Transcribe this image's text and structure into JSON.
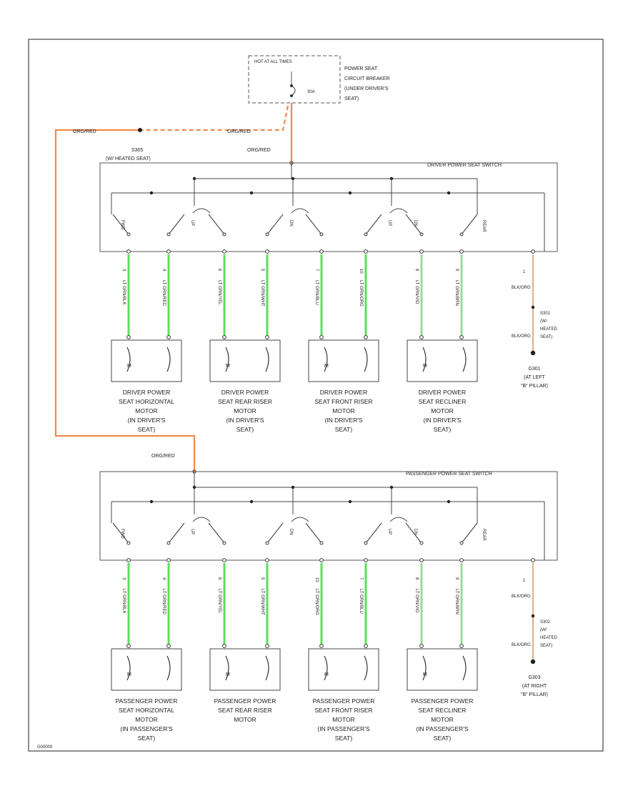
{
  "breaker": {
    "top_label": "HOT AT ALL TIMES",
    "rating": "30A",
    "label_lines": [
      "POWER SEAT",
      "CIRCUIT BREAKER",
      "(UNDER DRIVER'S",
      "SEAT)"
    ]
  },
  "splice": {
    "name": "S305",
    "note": "(W/ HEATED SEAT)"
  },
  "feed_wire": "ORG/RED",
  "driver_switch": {
    "title": "DRIVER POWER SEAT SWITCH",
    "feed_wire": "ORG/RED",
    "contact_labels": [
      "FWD",
      "UP",
      "DN",
      "UP",
      "DN",
      "REAR"
    ],
    "wires": [
      {
        "pin": "3",
        "color": "LT GRN/BLK"
      },
      {
        "pin": "4",
        "color": "LT GRN/RED"
      },
      {
        "pin": "6",
        "color": "LT GRN/YEL"
      },
      {
        "pin": "5",
        "color": "LT GRN/WHT"
      },
      {
        "pin": "7",
        "color": "LT GRN/BLU"
      },
      {
        "pin": "10",
        "color": "LT GRN/ORG"
      },
      {
        "pin": "8",
        "color": "LT GRN/VIO"
      },
      {
        "pin": "9",
        "color": "LT GRN/BRN"
      }
    ],
    "ground_pin": "1",
    "ground_wire_top": "BLK/ORG",
    "ground_wire_bottom": "BLK/ORG",
    "ground_splice": [
      "S301",
      "(W/",
      "HEATED",
      "SEAT)"
    ],
    "ground_point": [
      "G301",
      "(AT LEFT",
      "\"B\" PILLAR)"
    ]
  },
  "driver_motors": [
    {
      "name": [
        "DRIVER POWER",
        "SEAT HORIZONTAL",
        "MOTOR",
        "(IN DRIVER'S",
        "SEAT)"
      ]
    },
    {
      "name": [
        "DRIVER POWER",
        "SEAT REAR RISER",
        "MOTOR",
        "(IN DRIVER'S",
        "SEAT)"
      ]
    },
    {
      "name": [
        "DRIVER POWER",
        "SEAT FRONT RISER",
        "MOTOR",
        "(IN DRIVER'S",
        "SEAT)"
      ]
    },
    {
      "name": [
        "DRIVER POWER",
        "SEAT RECLINER",
        "MOTOR",
        "(IN DRIVER'S",
        "SEAT)"
      ]
    }
  ],
  "passenger_switch": {
    "title": "PASSENGER POWER SEAT SWITCH",
    "feed_wire": "ORG/RED",
    "contact_labels": [
      "FWD",
      "UP",
      "DN",
      "UP",
      "DN",
      "REAR"
    ],
    "wires": [
      {
        "pin": "3",
        "color": "LT GRN/BLK"
      },
      {
        "pin": "4",
        "color": "LT GRN/RED"
      },
      {
        "pin": "6",
        "color": "LT GRN/YEL"
      },
      {
        "pin": "5",
        "color": "LT GRN/WHT"
      },
      {
        "pin": "10",
        "color": "LT GRN/ORG"
      },
      {
        "pin": "7",
        "color": "LT GRN/BLU"
      },
      {
        "pin": "8",
        "color": "LT GRN/VIO"
      },
      {
        "pin": "9",
        "color": "LT GRN/BRN"
      }
    ],
    "ground_pin": "1",
    "ground_wire_top": "BLK/ORG",
    "ground_wire_bottom": "BLK/ORG",
    "ground_splice": [
      "S302",
      "(W/",
      "HEATED",
      "SEAT)"
    ],
    "ground_point": [
      "G303",
      "(AT RIGHT",
      "\"B\" PILLAR)"
    ]
  },
  "passenger_motors": [
    {
      "name": [
        "PASSENGER POWER",
        "SEAT HORIZONTAL",
        "MOTOR",
        "(IN PASSENGER'S",
        "SEAT)"
      ]
    },
    {
      "name": [
        "PASSENGER POWER",
        "SEAT REAR RISER",
        "MOTOR"
      ]
    },
    {
      "name": [
        "PASSENGER POWER",
        "SEAT FRONT RISER",
        "MOTOR",
        "(IN PASSENGER'S",
        "SEAT)"
      ]
    },
    {
      "name": [
        "PASSENGER POWER",
        "SEAT RECLINER",
        "MOTOR",
        "(IN PASSENGER'S",
        "SEAT)"
      ]
    }
  ],
  "motor_symbol": "M",
  "figure_id": "G00000",
  "colors": {
    "feed": "#f08a4b",
    "motor_wire": "#59e05a",
    "ground_wire": "#e0b080",
    "line": "#444444"
  }
}
